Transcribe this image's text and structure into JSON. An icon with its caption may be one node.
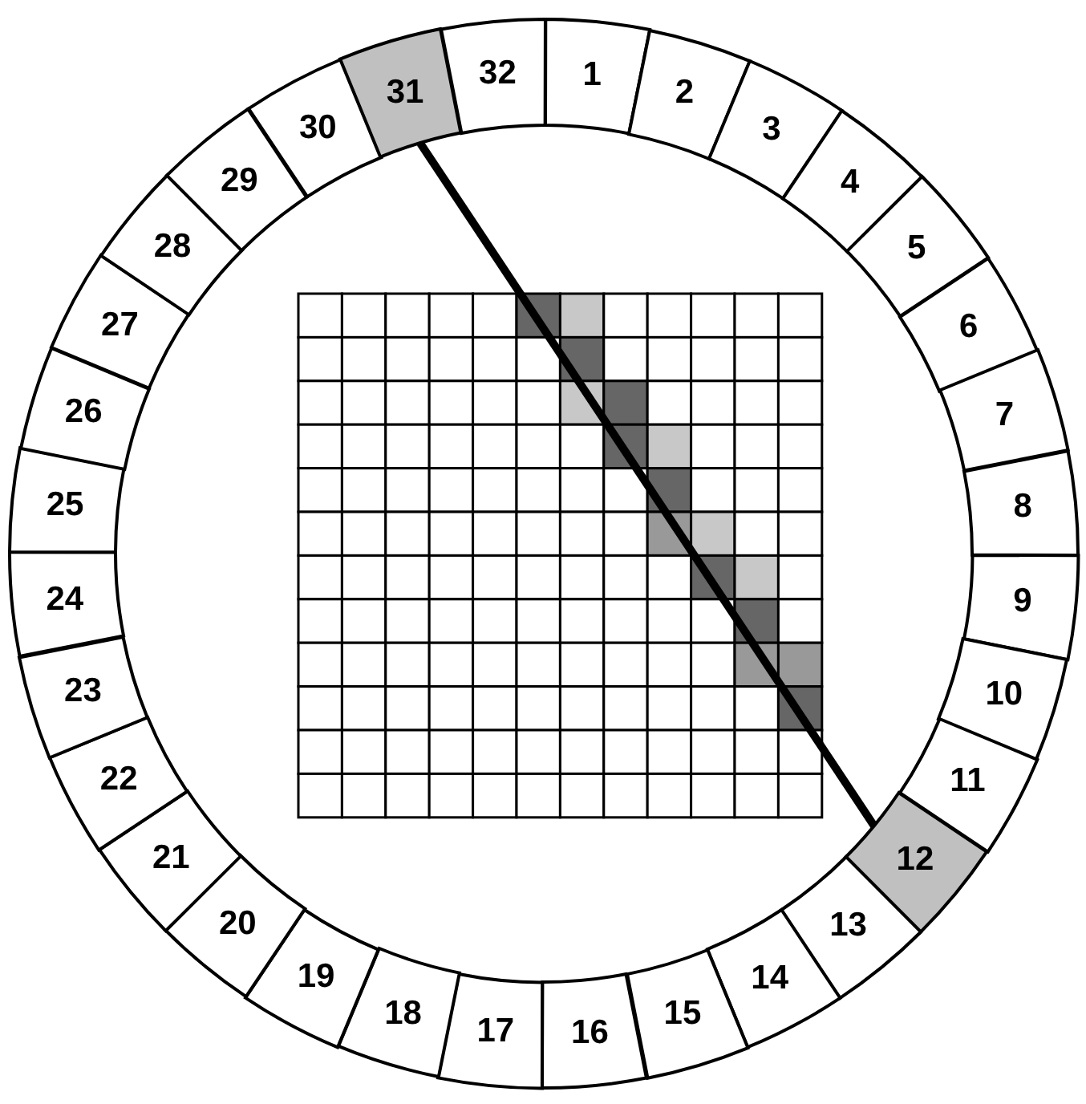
{
  "diagram": {
    "nodes": [
      {
        "text": [
          "1"
        ]
      },
      {
        "text": [
          "2"
        ]
      },
      {
        "text": [
          "3"
        ]
      },
      {
        "text": [
          "4"
        ]
      },
      {
        "text": [
          "5"
        ]
      },
      {
        "text": [
          "6"
        ]
      },
      {
        "text": [
          "7"
        ]
      },
      {
        "text": [
          "8"
        ]
      },
      {
        "text": [
          "9"
        ]
      },
      {
        "text": [
          "10"
        ]
      },
      {
        "text": [
          "11"
        ]
      },
      {
        "text": [
          "12"
        ]
      },
      {
        "text": [
          "13"
        ]
      },
      {
        "text": [
          "14"
        ]
      },
      {
        "text": [
          "15"
        ]
      },
      {
        "text": [
          "16"
        ]
      },
      {
        "text": [
          "17"
        ]
      },
      {
        "text": [
          "18"
        ]
      },
      {
        "text": [
          "19"
        ]
      },
      {
        "text": [
          "20"
        ]
      },
      {
        "text": [
          "21"
        ]
      },
      {
        "text": [
          "22"
        ]
      },
      {
        "text": [
          "23"
        ]
      },
      {
        "text": [
          "24"
        ]
      },
      {
        "text": [
          "25"
        ]
      },
      {
        "text": [
          "26"
        ]
      },
      {
        "text": [
          "27"
        ]
      },
      {
        "text": [
          "28"
        ]
      },
      {
        "text": [
          "29"
        ]
      },
      {
        "text": [
          "30"
        ]
      },
      {
        "text": [
          "31"
        ]
      },
      {
        "text": [
          "32"
        ]
      }
    ],
    "edges": [
      {
        "from": 30,
        "to": 11,
        "arrow": "none"
      }
    ]
  }
}
